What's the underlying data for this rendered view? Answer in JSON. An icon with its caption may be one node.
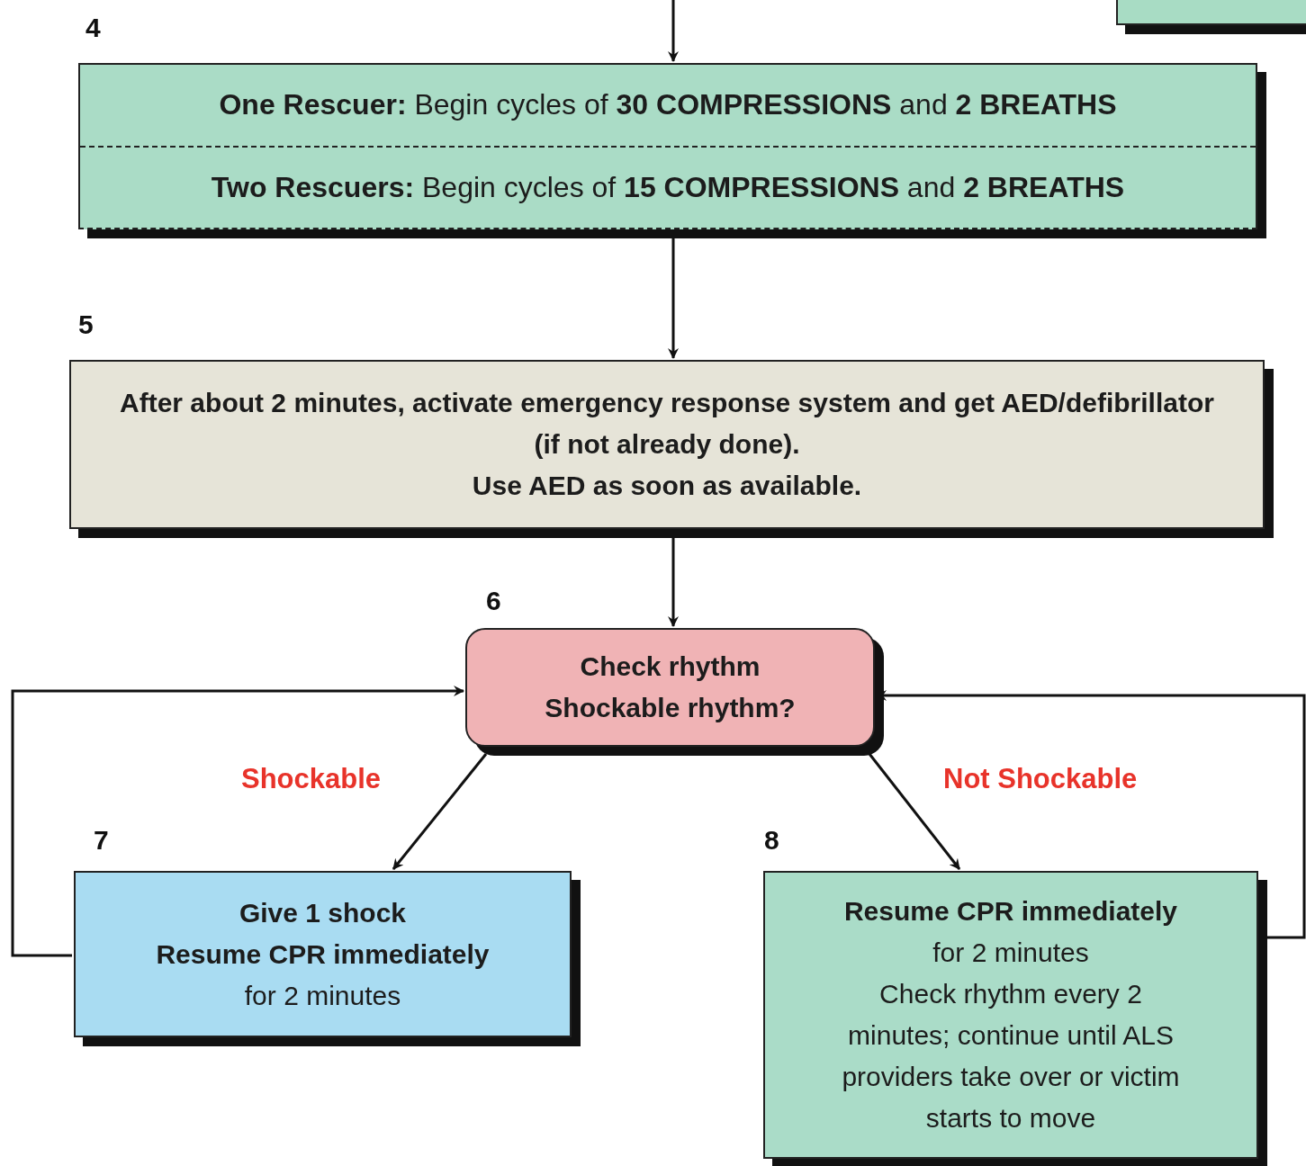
{
  "diagram": {
    "nodes": [
      {
        "text": [],
        "shape": "box"
      },
      {
        "text": [
          "**One Rescuer:** Begin cycles of **30 COMPRESSIONS** and **2 BREATHS**",
          "**Two Rescuers:** Begin cycles of **15 COMPRESSIONS** and **2 BREATHS**"
        ],
        "beside": [
          "4"
        ]
      },
      {
        "text": [
          "After about 2 minutes, activate emergency response system and get AED/defibrillator (if not already done).",
          "Use AED as soon as available."
        ],
        "beside": [
          "5"
        ]
      },
      {
        "text": [
          "Check rhythm",
          "Shockable rhythm?"
        ],
        "beside": [
          "6"
        ]
      },
      {
        "text": [
          "Give 1 shock",
          "**Resume CPR immediately** for 2 minutes"
        ],
        "beside": [
          "7"
        ]
      },
      {
        "text": [
          "**Resume CPR immediately** for 2 minutes",
          "Check rhythm every 2 minutes; continue until ALS providers take over or victim starts to move"
        ],
        "beside": [
          "8"
        ]
      }
    ],
    "edges": [
      {
        "from": null,
        "to": 1,
        "arrow": "to"
      },
      {
        "from": 1,
        "to": 2,
        "arrow": "to"
      },
      {
        "from": 2,
        "to": 3,
        "arrow": "to"
      },
      {
        "from": 3,
        "to": 4,
        "arrow": "to",
        "label": "Shockable"
      },
      {
        "from": 3,
        "to": 5,
        "arrow": "to",
        "label": "Not Shockable"
      },
      {
        "from": 4,
        "to": 3,
        "arrow": "to"
      },
      {
        "from": 5,
        "to": 3,
        "arrow": "to"
      }
    ]
  }
}
